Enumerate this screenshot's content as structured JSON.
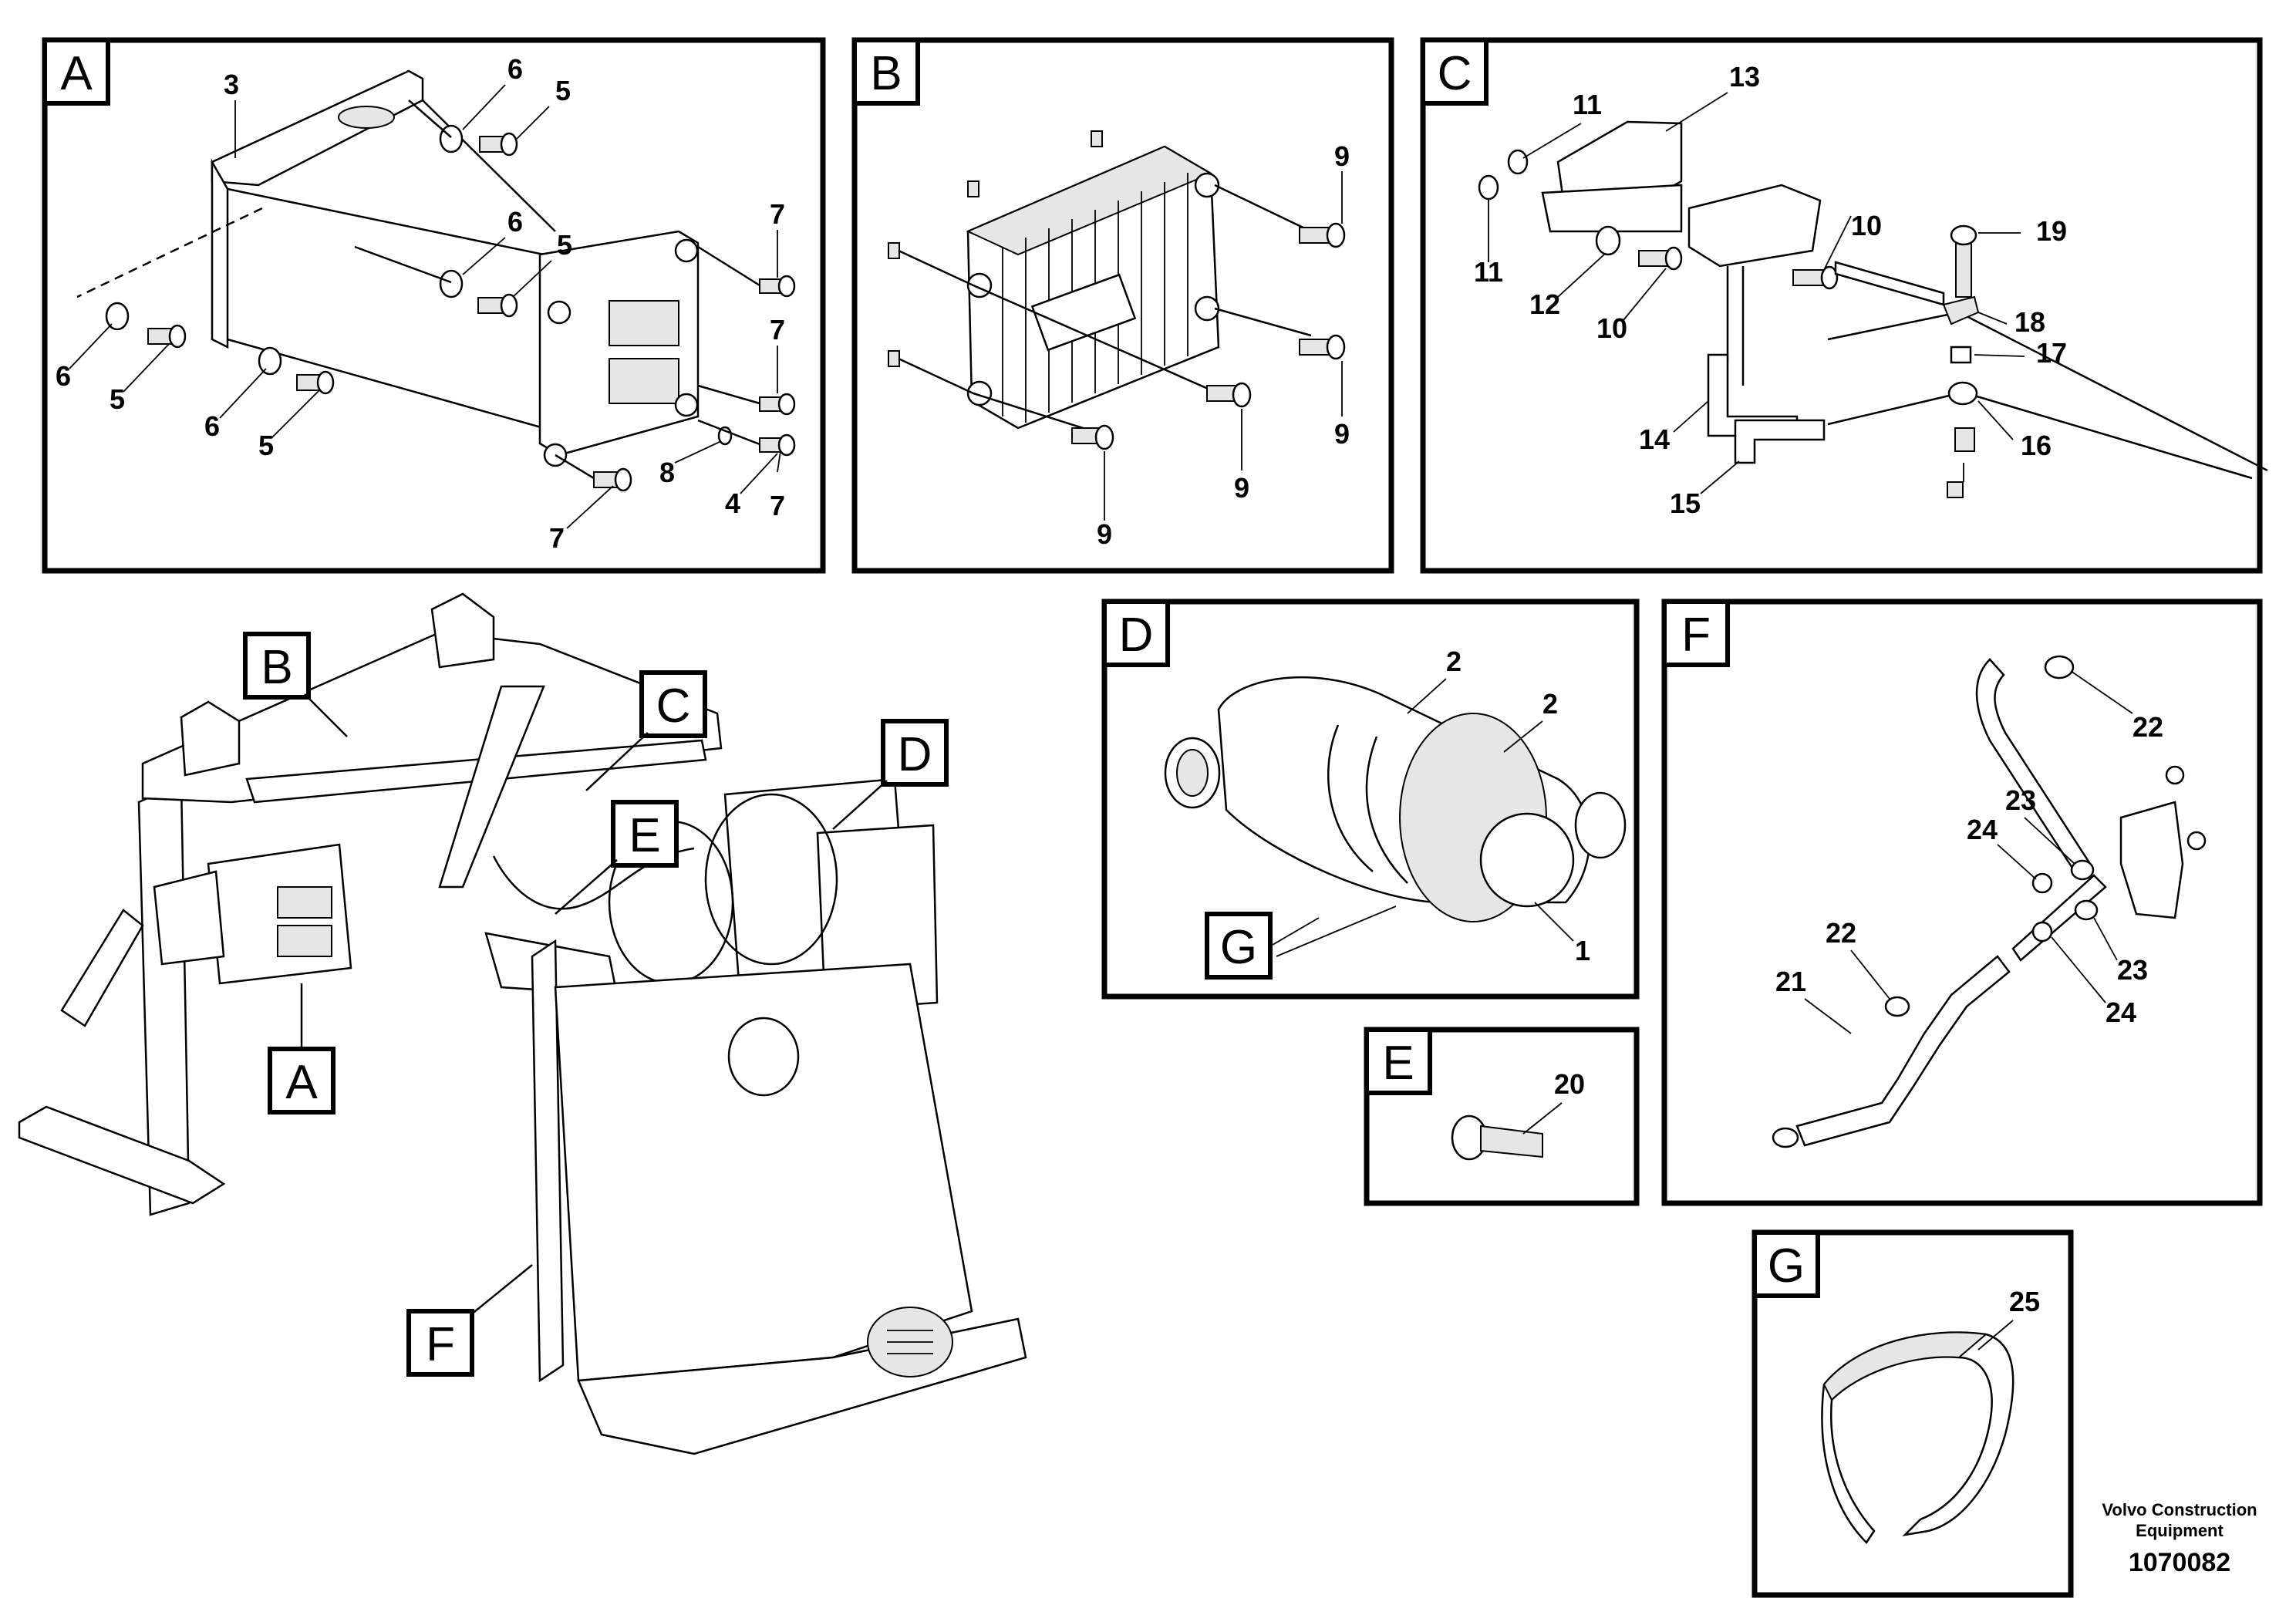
{
  "panels": {
    "A": {
      "tag": "A",
      "callouts": [
        "3",
        "6",
        "5",
        "6",
        "5",
        "7",
        "7",
        "6",
        "5",
        "6",
        "5",
        "7",
        "8",
        "4",
        "7"
      ]
    },
    "B": {
      "tag": "B",
      "callouts": [
        "9",
        "9",
        "9",
        "9"
      ]
    },
    "C": {
      "tag": "C",
      "callouts": [
        "11",
        "13",
        "10",
        "19",
        "11",
        "12",
        "10",
        "18",
        "17",
        "14",
        "16",
        "15"
      ]
    },
    "D": {
      "tag": "D",
      "callouts": [
        "2",
        "2",
        "1"
      ]
    },
    "E": {
      "tag": "E",
      "callouts": [
        "20"
      ]
    },
    "F": {
      "tag": "F",
      "callouts": [
        "22",
        "23",
        "24",
        "22",
        "21",
        "23",
        "24"
      ]
    },
    "G": {
      "tag": "G",
      "callouts": [
        "25"
      ]
    }
  },
  "overview_tags": [
    "B",
    "C",
    "D",
    "E",
    "A",
    "F"
  ],
  "detail_tag_g": "G",
  "footer": {
    "credit_line1": "Volvo Construction",
    "credit_line2": "Equipment",
    "part_number": "1070082"
  },
  "colors": {
    "line": "#000000",
    "background": "#ffffff",
    "fill_light": "#e6e6e6",
    "fill_mid": "#bdbdbd"
  }
}
